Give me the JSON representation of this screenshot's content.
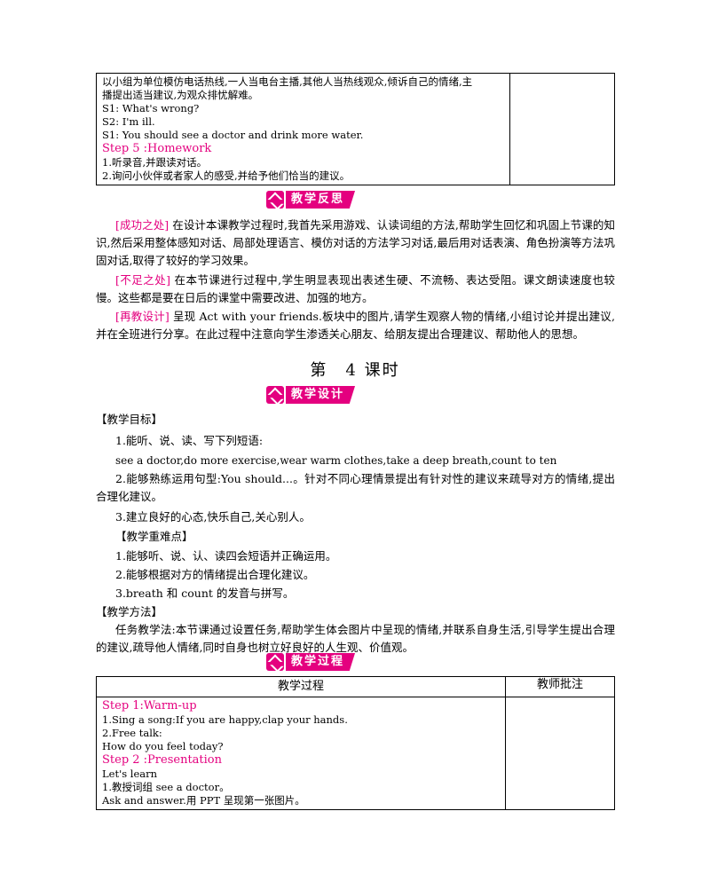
{
  "table1": {
    "lines": [
      "以小组为单位模仿电话热线,一人当电台主播,其他人当热线观众,倾诉自己的情绪,主",
      "播提出适当建议,为观众排忧解难。",
      "S1: What's wrong?",
      "S2: I'm ill.",
      "S1: You should see a doctor and drink more water."
    ],
    "step_heading": "Step 5 :Homework",
    "homework": [
      "1.听录音,并跟读对话。",
      "2.询问小伙伴或者家人的感受,并给予他们恰当的建议。"
    ]
  },
  "reflection_banner": "教学反思",
  "reflection": [
    {
      "tag": "[成功之处]",
      "text": "在设计本课教学过程时,我首先采用游戏、认读词组的方法,帮助学生回忆和巩固上节课的知识,然后采用整体感知对话、局部处理语言、模仿对话的方法学习对话,最后用对话表演、角色扮演等方法巩固对话,取得了较好的学习效果。"
    },
    {
      "tag": "[不足之处]",
      "text": "在本节课进行过程中,学生明显表现出表述生硬、不流畅、表达受阻。课文朗读速度也较慢。这些都是要在日后的课堂中需要改进、加强的地方。"
    },
    {
      "tag": "[再教设计]",
      "text": "呈现 Act with your friends.板块中的图片,请学生观察人物的情绪,小组讨论并提出建议,并在全班进行分享。在此过程中注意向学生渗透关心朋友、给朋友提出合理建议、帮助他人的思想。"
    }
  ],
  "lesson_title": "第　4 课时",
  "design_banner": "教学设计",
  "objectives": {
    "heading": "【教学目标】",
    "item1": "1.能听、说、读、写下列短语:",
    "phrases": "see a doctor,do more exercise,wear warm clothes,take a deep breath,count to ten",
    "item2": "2.能够熟练运用句型:You should...。针对不同心理情景提出有针对性的建议来疏导对方的情绪,提出合理化建议。",
    "item3": "3.建立良好的心态,快乐自己,关心别人。"
  },
  "keypoints": {
    "heading": "【教学重难点】",
    "items": [
      "1.能够听、说、认、读四会短语并正确运用。",
      "2.能够根据对方的情绪提出合理化建议。",
      "3.breath 和 count 的发音与拼写。"
    ]
  },
  "methods": {
    "heading": "【教学方法】",
    "text": "任务教学法:本节课通过设置任务,帮助学生体会图片中呈现的情绪,并联系自身生活,引导学生提出合理的建议,疏导他人情绪,同时自身也树立好良好的人生观、价值观。"
  },
  "process_banner": "教学过程",
  "table2": {
    "col1_header": "教学过程",
    "col2_header": "教师批注",
    "step1": "Step 1:Warm-up",
    "step1_lines": [
      "1.Sing a song:If you are happy,clap your hands.",
      "2.Free talk:",
      "How do you feel today?"
    ],
    "step2": "Step 2 :Presentation",
    "step2_lines": [
      "Let's learn",
      "1.教授词组 see a doctor。",
      "Ask and answer.用 PPT 呈现第一张图片。"
    ]
  },
  "colors": {
    "accent": "#e4007f"
  }
}
